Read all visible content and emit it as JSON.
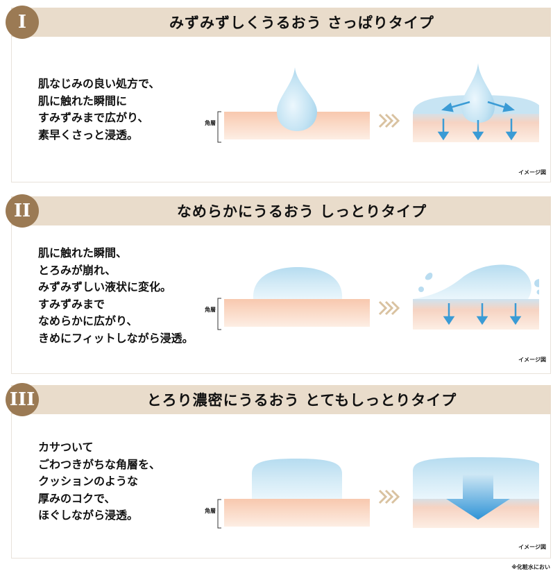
{
  "panels": [
    {
      "numeral": "I",
      "title": "みずみずしくうるおう さっぱりタイプ",
      "lines": [
        "肌なじみの良い処方で、",
        "肌に触れた瞬間に",
        "すみずみまで広がり、",
        "素早くさっと浸透。"
      ],
      "layer_label": "角層",
      "caption": "イメージ図"
    },
    {
      "numeral": "II",
      "title": "なめらかにうるおう しっとりタイプ",
      "lines": [
        "肌に触れた瞬間、",
        "とろみが崩れ、",
        "みずみずしい液状に変化。",
        "すみずみまで",
        "なめらかに広がり、",
        "きめにフィットしながら浸透。"
      ],
      "layer_label": "角層",
      "caption": "イメージ図"
    },
    {
      "numeral": "III",
      "title": "とろり濃密にうるおう とてもしっとりタイプ",
      "lines": [
        "カサついて",
        "ごわつきがちな角層を、",
        "クッションのような",
        "厚みのコクで、",
        "ほぐしながら浸透。"
      ],
      "layer_label": "角層",
      "caption": "イメージ図"
    }
  ],
  "footnote": "※化粧水におい",
  "colors": {
    "header_bg": "#e9dccb",
    "numeral_bg": "#9b7a54",
    "skin": "#f6cbb4",
    "drop": "#bfe1f2",
    "arrow": "#3a9bd5",
    "chevron": "#d9c2a0"
  }
}
